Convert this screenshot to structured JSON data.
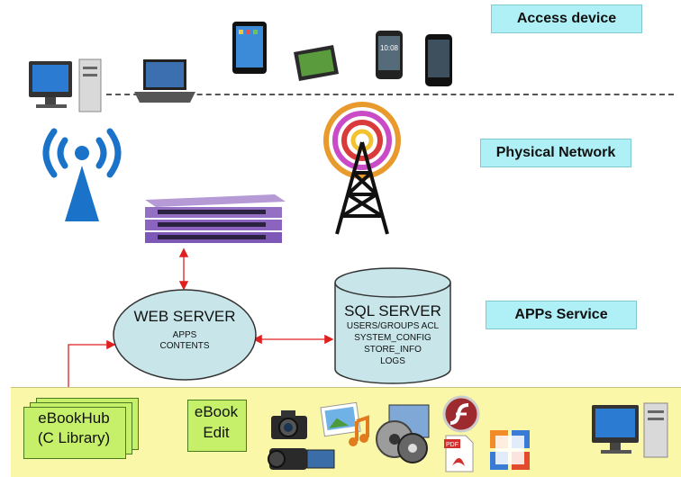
{
  "layers": {
    "access_device": "Access device",
    "physical_network": "Physical Network",
    "apps_service": "APPs Service"
  },
  "web_server": {
    "title": "WEB SERVER",
    "lines": [
      "APPS",
      "CONTENTS"
    ]
  },
  "sql_server": {
    "title": "SQL SERVER",
    "lines": [
      "USERS/GROUPS ACL",
      "SYSTEM_CONFIG",
      "STORE_INFO",
      "LOGS"
    ]
  },
  "ebookhub": {
    "line1": "eBookHub",
    "line2": "(C Library)"
  },
  "ebook_edit": {
    "line1": "eBook",
    "line2": "Edit"
  },
  "colors": {
    "label_bg": "#aef0f6",
    "ellipse_fill": "#c8e6ea",
    "connector": "#e02020",
    "band": "#fbf7a8",
    "doc_green": "#c7f06a"
  }
}
